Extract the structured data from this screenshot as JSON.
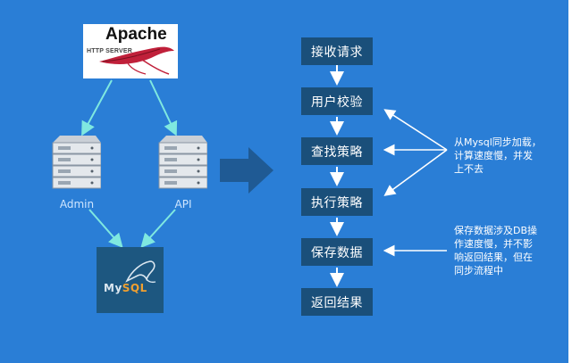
{
  "apache": {
    "title": "Apache",
    "subtitle": "HTTP SERVER"
  },
  "servers": {
    "admin_label": "Admin",
    "api_label": "API"
  },
  "database": {
    "label_my": "My",
    "label_sql": "SQL"
  },
  "steps": [
    {
      "label": "接收请求"
    },
    {
      "label": "用户校验"
    },
    {
      "label": "查找策略"
    },
    {
      "label": "执行策略"
    },
    {
      "label": "保存数据"
    },
    {
      "label": "返回结果"
    }
  ],
  "notes": {
    "sync_load": {
      "lines": [
        "从Mysql同步加载，",
        "计算速度慢，并发",
        "上不去"
      ]
    },
    "save_db": {
      "lines": [
        "保存数据涉及DB操",
        "作速度慢，并不影",
        "响返回结果，但在",
        "同步流程中"
      ]
    }
  },
  "colors": {
    "background": "#2a7ed6",
    "step_box": "#1a4f7a",
    "arrow": "#ffffff",
    "connector": "#7fe8e0",
    "big_arrow": "#1f5a94"
  }
}
